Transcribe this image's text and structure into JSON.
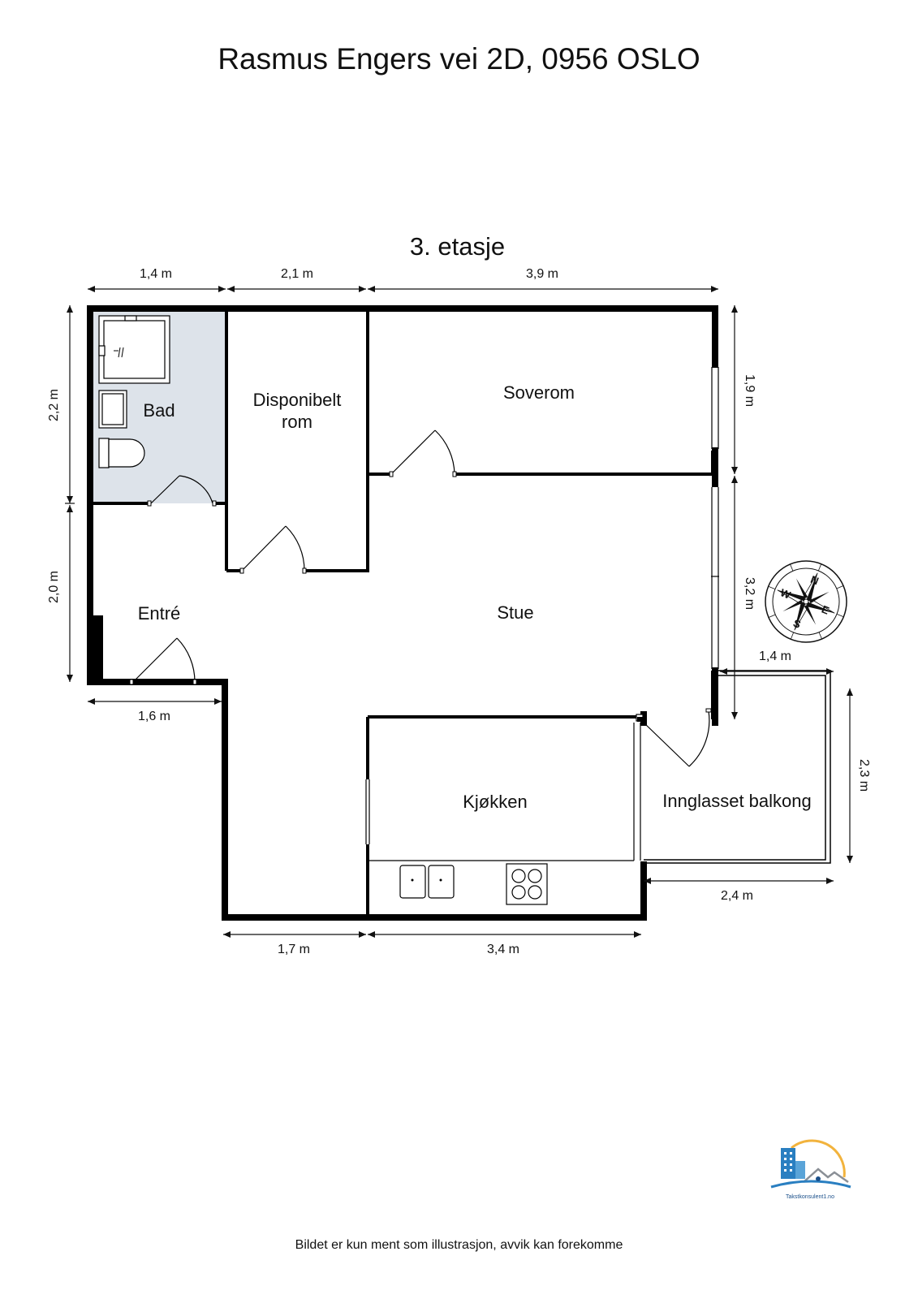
{
  "address": "Rasmus Engers vei 2D, 0956 OSLO",
  "floor_label": "3. etasje",
  "footer_note": "Bildet er kun ment som illustrasjon, avvik kan forekomme",
  "rooms": {
    "bad": "Bad",
    "disponibelt_line1": "Disponibelt",
    "disponibelt_line2": "rom",
    "soverom": "Soverom",
    "entre": "Entré",
    "stue": "Stue",
    "kjokken": "Kjøkken",
    "balkong": "Innglasset balkong"
  },
  "dimensions": {
    "top_1": "1,4 m",
    "top_2": "2,1 m",
    "top_3": "3,9 m",
    "left_upper": "2,2 m",
    "left_lower": "2,0 m",
    "entre_bottom": "1,6 m",
    "right_upper": "1,9 m",
    "right_lower": "3,2 m",
    "balcony_top": "1,4 m",
    "balcony_right": "2,3 m",
    "balcony_bottom": "2,4 m",
    "bottom_1": "1,7 m",
    "bottom_2": "3,4 m"
  },
  "compass": {
    "n": "N",
    "e": "E",
    "s": "S",
    "w": "W"
  },
  "logo": {
    "text": "Takstkonsulent1.no",
    "color_primary": "#2a7fc1",
    "color_accent": "#f2b33d"
  },
  "colors": {
    "wall": "#000000",
    "bathroom_fill": "#dde3ea"
  }
}
